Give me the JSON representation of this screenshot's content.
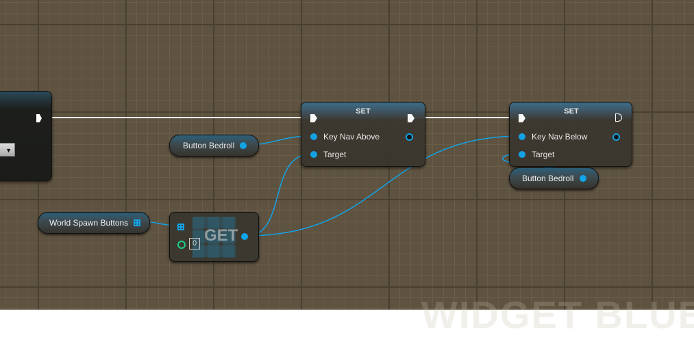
{
  "watermark": "WIDGET BLUEPRINT",
  "set_node_1": {
    "title": "SET",
    "pin_1": "Key Nav Above",
    "pin_2": "Target"
  },
  "set_node_2": {
    "title": "SET",
    "pin_1": "Key Nav Below",
    "pin_2": "Target"
  },
  "var_button_bedroll": "Button Bedroll",
  "var_button_bedroll_2": "Button Bedroll",
  "var_world_spawn": "World Spawn Buttons",
  "get_node": {
    "title": "GET",
    "index": "0"
  },
  "colors": {
    "object_pin": "#12a4e8",
    "int_pin": "#1fd18a",
    "exec": "#ffffff"
  }
}
